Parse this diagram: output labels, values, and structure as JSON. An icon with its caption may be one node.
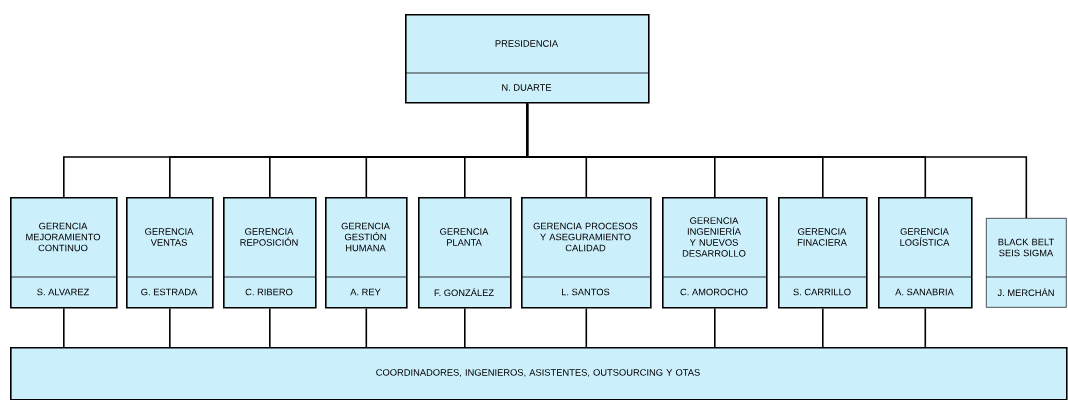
{
  "diagram": {
    "nodes": [
      {
        "text": [
          "PRESIDENCIA",
          "N. DUARTE"
        ]
      },
      {
        "text": [
          "GERENCIA MEJORAMIENTO CONTINUO",
          "S. ALVAREZ"
        ]
      },
      {
        "text": [
          "GERENCIA VENTAS",
          "G. ESTRADA"
        ]
      },
      {
        "text": [
          "GERENCIA REPOSICIÓN",
          "C. RIBERO"
        ]
      },
      {
        "text": [
          "GERENCIA GESTIÓN HUMANA",
          "A. REY"
        ]
      },
      {
        "text": [
          "GERENCIA PLANTA",
          "F. GONZÁLEZ"
        ]
      },
      {
        "text": [
          "GERENCIA PROCESOS Y ASEGURAMIENTO CALIDAD",
          "L. SANTOS"
        ]
      },
      {
        "text": [
          "GERENCIA INGENIERÍA Y NUEVOS DESARROLLO",
          "C. AMOROCHO"
        ]
      },
      {
        "text": [
          "GERENCIA FINACIERA",
          "S. CARRILLO"
        ]
      },
      {
        "text": [
          "GERENCIA LOGÍSTICA",
          "A. SANABRIA"
        ]
      },
      {
        "text": [
          "BLACK BELT SEIS SIGMA",
          "J. MERCHÁN"
        ]
      },
      {
        "text": [
          "COORDINADORES, INGENIEROS, ASISTENTES, OUTSOURCING Y OTAS"
        ]
      }
    ],
    "edges": [
      {
        "from": 0,
        "to": 1,
        "arrow": "none"
      },
      {
        "from": 0,
        "to": 2,
        "arrow": "none"
      },
      {
        "from": 0,
        "to": 3,
        "arrow": "none"
      },
      {
        "from": 0,
        "to": 4,
        "arrow": "none"
      },
      {
        "from": 0,
        "to": 5,
        "arrow": "none"
      },
      {
        "from": 0,
        "to": 6,
        "arrow": "none"
      },
      {
        "from": 0,
        "to": 7,
        "arrow": "none"
      },
      {
        "from": 0,
        "to": 8,
        "arrow": "none"
      },
      {
        "from": 0,
        "to": 9,
        "arrow": "none"
      },
      {
        "from": 0,
        "to": 10,
        "arrow": "none"
      },
      {
        "from": 1,
        "to": 11,
        "arrow": "none"
      },
      {
        "from": 2,
        "to": 11,
        "arrow": "none"
      },
      {
        "from": 3,
        "to": 11,
        "arrow": "none"
      },
      {
        "from": 4,
        "to": 11,
        "arrow": "none"
      },
      {
        "from": 5,
        "to": 11,
        "arrow": "none"
      },
      {
        "from": 6,
        "to": 11,
        "arrow": "none"
      },
      {
        "from": 7,
        "to": 11,
        "arrow": "none"
      },
      {
        "from": 8,
        "to": 11,
        "arrow": "none"
      },
      {
        "from": 9,
        "to": 11,
        "arrow": "none"
      }
    ]
  }
}
